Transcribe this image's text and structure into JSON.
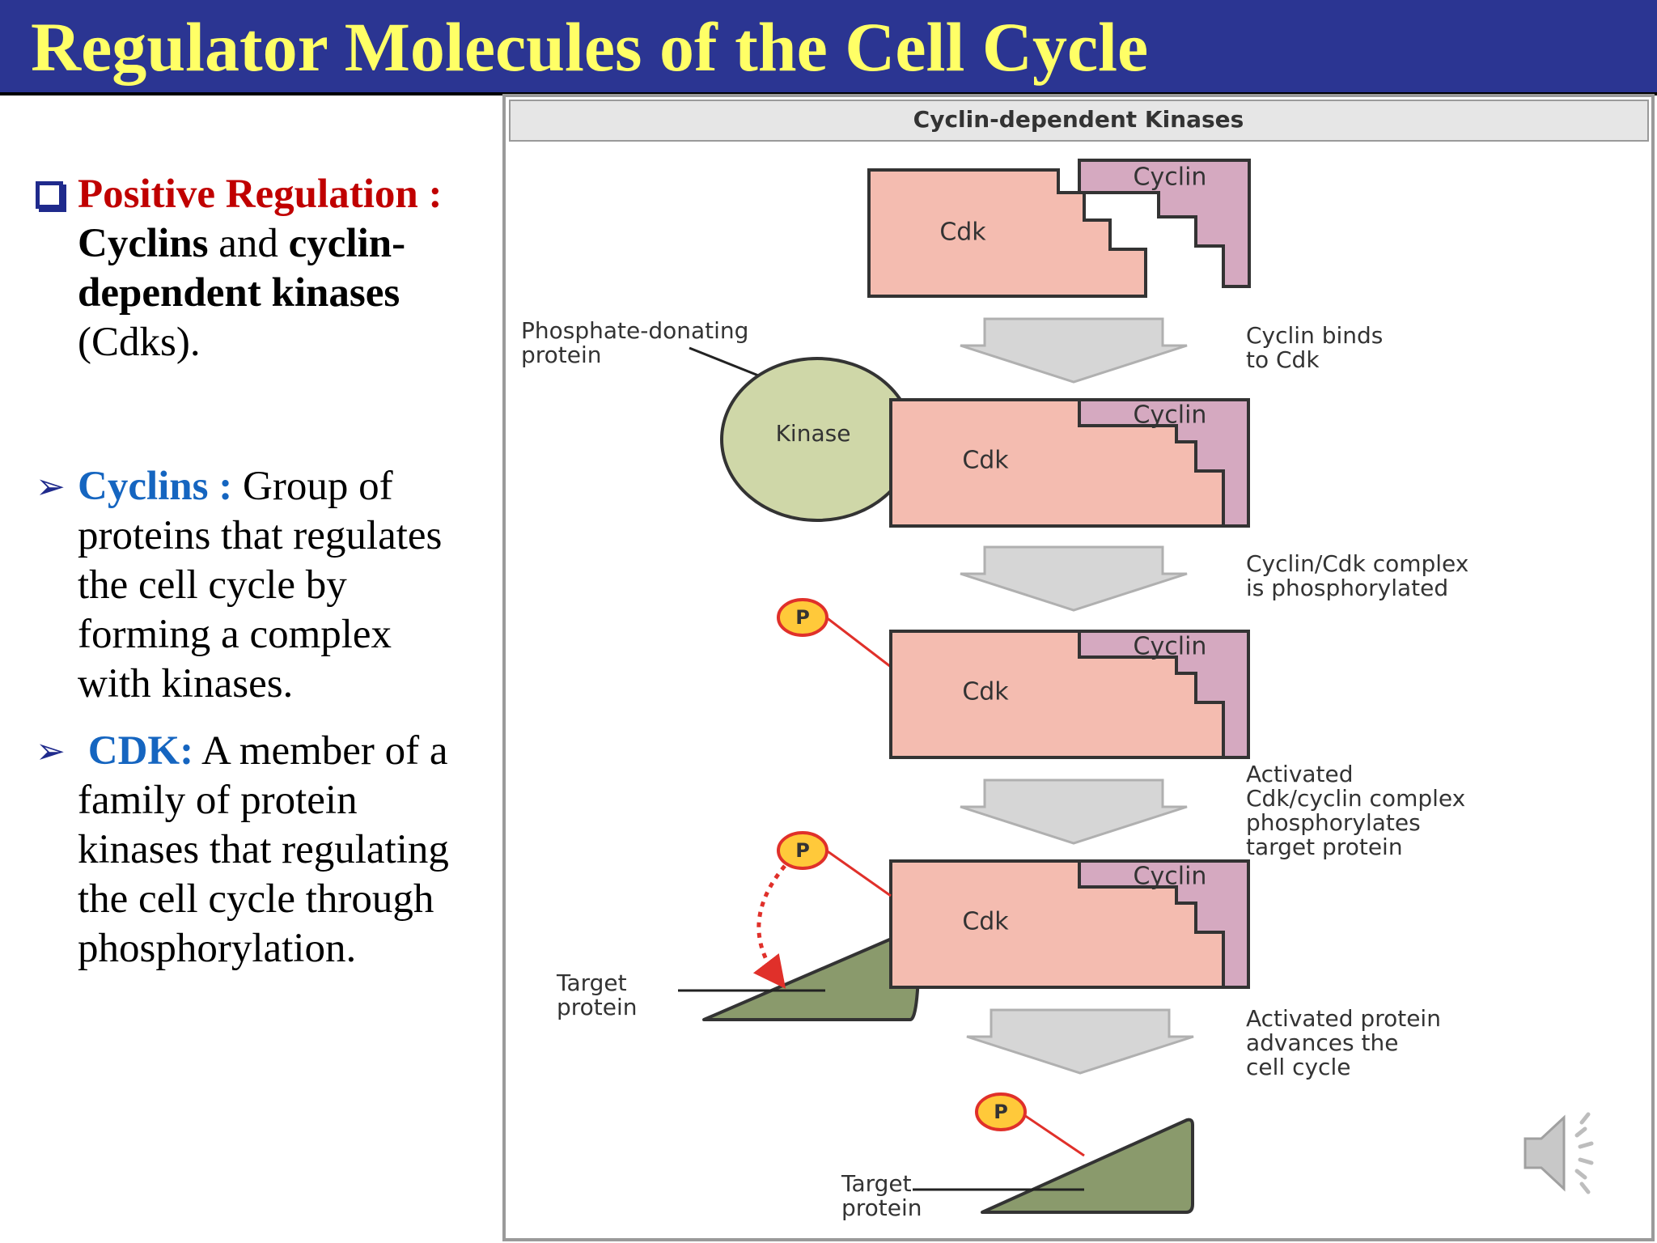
{
  "slide": {
    "title": "Regulator Molecules of the Cell Cycle"
  },
  "left": {
    "positive": {
      "heading": "Positive Regulation :",
      "line1_bold": "Cyclins",
      "line1_mid": " and ",
      "line1_bold2": "cyclin-",
      "line2_bold": "dependent kinases",
      "line3": "(Cdks)."
    },
    "cyclins": {
      "term": "Cyclins :",
      "text1": " Group of",
      "lines": [
        "proteins that regulates",
        "the cell cycle by",
        "forming a complex",
        "with kinases."
      ]
    },
    "cdk": {
      "term": "CDK:",
      "text1": " A member of a",
      "lines": [
        "family of protein",
        "kinases that regulating",
        "the cell cycle through",
        "phosphorylation."
      ]
    }
  },
  "diagram": {
    "header": "Cyclin-dependent Kinases",
    "cdk_label": "Cdk",
    "cyclin_label": "Cyclin",
    "kinase_label": "Kinase",
    "p_label": "P",
    "phosphate_donor": [
      "Phosphate-donating",
      "protein"
    ],
    "step1": [
      "Cyclin binds",
      "to Cdk"
    ],
    "step2": [
      "Cyclin/Cdk complex",
      "is phosphorylated"
    ],
    "step3": [
      "Activated",
      "Cdk/cyclin complex",
      "phosphorylates",
      "target protein"
    ],
    "step4": [
      "Activated protein",
      "advances the",
      "cell cycle"
    ],
    "target": [
      "Target",
      "protein"
    ]
  },
  "colors": {
    "title_bg": "#2b3592",
    "title_text": "#ffff66",
    "cdk_fill": "#f4bcb0",
    "cyclin_fill": "#d5a9c0",
    "kinase_fill": "#cfd7a8",
    "target_fill": "#8a9a6c",
    "arrow_fill": "#d6d6d6",
    "phosphate_fill": "#ffc93a",
    "phosphate_stroke": "#e0302a"
  },
  "icons": {
    "audio": "speaker-icon"
  }
}
